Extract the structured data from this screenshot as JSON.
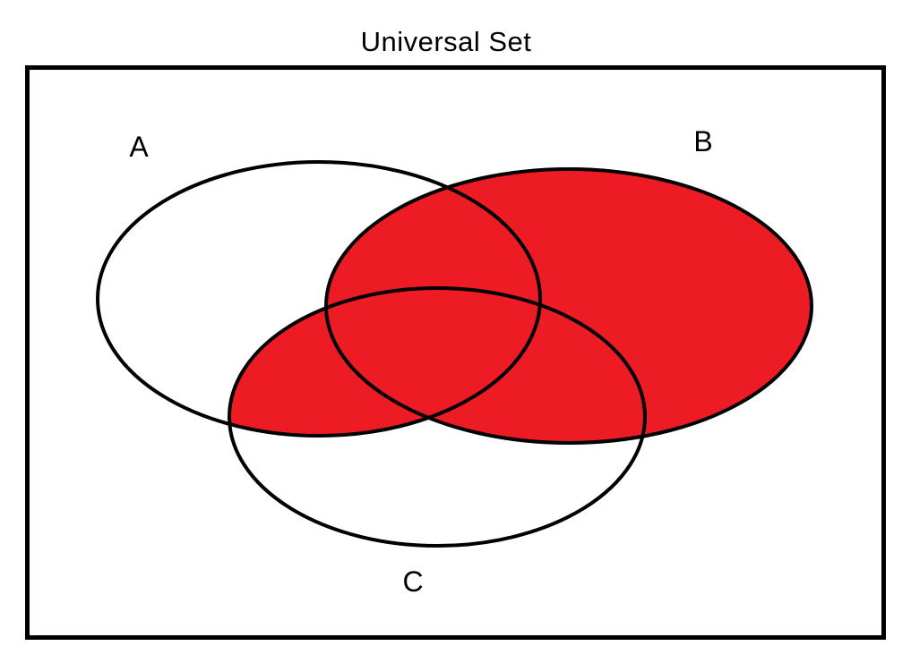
{
  "title": "Universal Set",
  "diagram": {
    "type": "venn",
    "universe_label": "Universal Set",
    "sets": [
      {
        "label": "A"
      },
      {
        "label": "B"
      },
      {
        "label": "C"
      }
    ],
    "shaded_region": "B ∪ (A ∩ C)",
    "shaded_description": "All of set B is shaded, plus the intersection of sets A and C; regions A-only and C-only are unshaded"
  },
  "colors": {
    "shaded_fill": "#ED1C24",
    "outline": "#000000",
    "background": "#FFFFFF"
  }
}
